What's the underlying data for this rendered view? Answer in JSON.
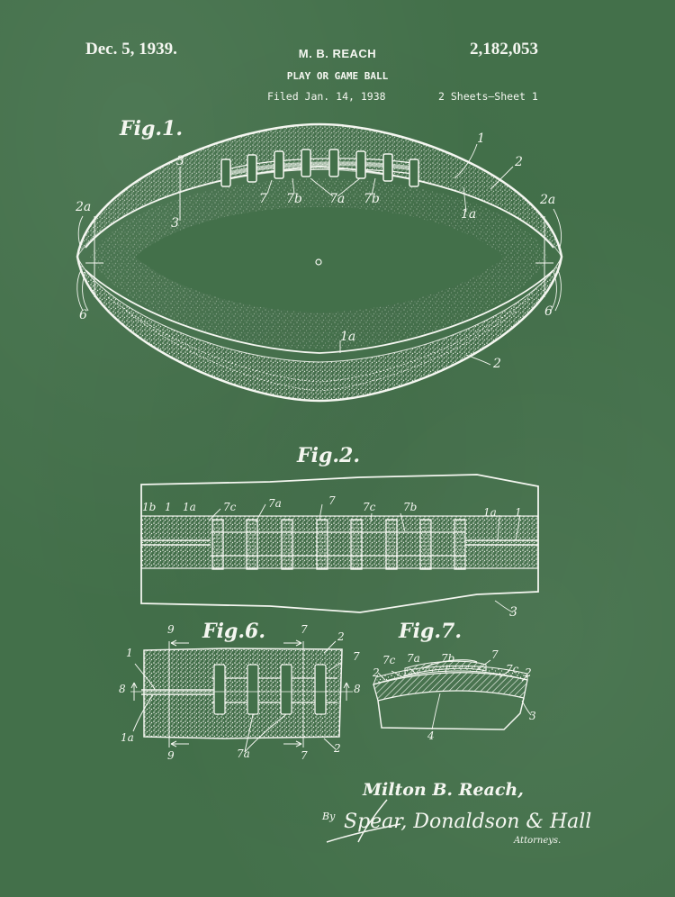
{
  "header": {
    "date": "Dec. 5, 1939.",
    "inventor": "M. B. REACH",
    "patent_number": "2,182,053",
    "title": "PLAY OR GAME BALL",
    "filed": "Filed Jan. 14, 1938",
    "sheets": "2 Sheets—Sheet 1"
  },
  "figures": {
    "fig1": {
      "label": "Fig.1.",
      "refs": {
        "r1": "1",
        "r2": "2",
        "r2a_left": "2a",
        "r2a_right": "2a",
        "r3_top": "3",
        "r3": "3",
        "r7": "7",
        "r7b_1": "7b",
        "r7a": "7a",
        "r7b_2": "7b",
        "r1a_top": "1a",
        "r6_left": "6",
        "r6_right": "6",
        "r1a_bottom": "1a",
        "r2_bottom": "2"
      }
    },
    "fig2": {
      "label": "Fig.2.",
      "refs": {
        "r1b": "1b",
        "r1_left": "1",
        "r1a_left": "1a",
        "r7c_left": "7c",
        "r7a": "7a",
        "r7": "7",
        "r7c_right": "7c",
        "r7b": "7b",
        "r1a_right": "1a",
        "r1_right": "1",
        "r3": "3"
      }
    },
    "fig6": {
      "label": "Fig.6.",
      "refs": {
        "r9_top": "9",
        "r9_bottom": "9",
        "r7_top": "7",
        "r7_bottom": "7",
        "r2_top": "2",
        "r2_bottom": "2",
        "r7_right": "7",
        "r1": "1",
        "r8_left": "8",
        "r8_right": "8",
        "r1a": "1a",
        "r7a": "7a"
      }
    },
    "fig7": {
      "label": "Fig.7.",
      "refs": {
        "r7c_left": "7c",
        "r7a": "7a",
        "r7b": "7b",
        "r7": "7",
        "r7c_right": "7c",
        "r2_left": "2",
        "r2_right": "2",
        "r3": "3",
        "r4": "4"
      }
    }
  },
  "signature": {
    "inventor": "Milton B. Reach,",
    "by": "By",
    "attorneys_sig": "Spear, Donaldson & Hall",
    "attorneys_label": "Attorneys."
  },
  "colors": {
    "background": "#43704a",
    "ink": "#f4f6f0"
  }
}
